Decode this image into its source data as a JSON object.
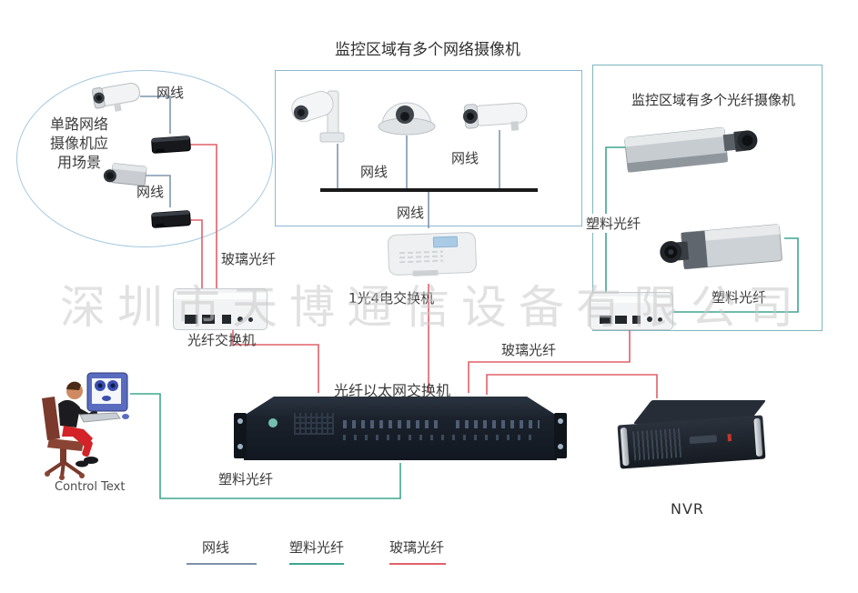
{
  "watermark": "深圳市天博通信设备有限公司",
  "titles": {
    "network_area": "监控区域有多个网络摄像机",
    "fiber_area": "监控区域有多个光纤摄像机"
  },
  "scene_label": {
    "line1": "单路网络",
    "line2": "摄像机应",
    "line3": "用场景"
  },
  "cable_labels": {
    "net_ellipse_top": "网线",
    "net_ellipse_bottom": "网线",
    "net_box_left": "网线",
    "net_box_right": "网线",
    "net_box_bottom": "网线",
    "glass_left": "玻璃光纤",
    "glass_right": "玻璃光纤",
    "plastic_right_top": "塑料光纤",
    "plastic_right_bottom": "塑料光纤",
    "plastic_bottom": "塑料光纤"
  },
  "devices": {
    "oe_switch": "1光4电交换机",
    "fiber_switch": "光纤交换机",
    "fiber_ethernet_switch": "光纤以太网交换机",
    "nvr": "NVR",
    "control": "Control Text"
  },
  "legend": {
    "items": [
      {
        "label": "网线",
        "color": "#7d90a9"
      },
      {
        "label": "塑料光纤",
        "color": "#3fa690"
      },
      {
        "label": "玻璃光纤",
        "color": "#e0606a"
      }
    ]
  },
  "colors": {
    "netline": "#7f96ad",
    "plastic_fiber": "#3fa690",
    "glass_fiber": "#e0606a",
    "bus": "#1a1a1a"
  }
}
